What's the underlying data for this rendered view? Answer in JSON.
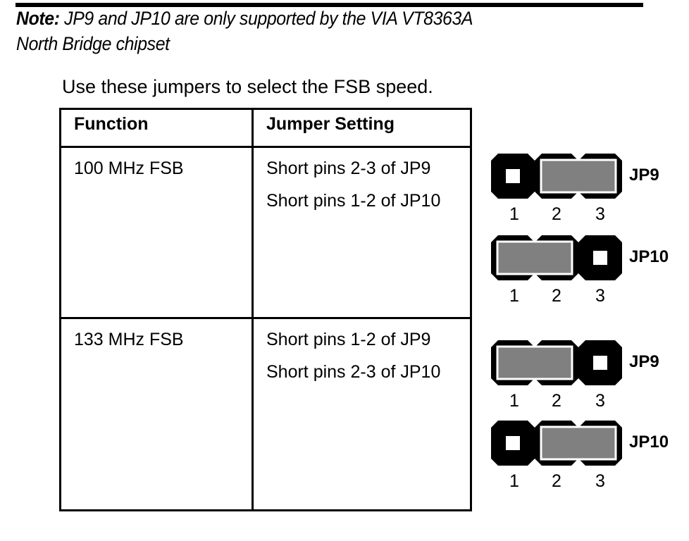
{
  "note": {
    "prefix": "Note:",
    "line1": " JP9 and JP10 are only supported by the VIA VT8363A",
    "line2": "North Bridge chipset"
  },
  "intro": "Use these jumpers to select the FSB speed.",
  "table": {
    "headers": [
      "Function",
      "Jumper Setting"
    ],
    "rows": [
      {
        "function": "100 MHz FSB",
        "settings": [
          "Short pins 2-3 of JP9",
          "Short pins 1-2 of JP10"
        ],
        "jumpers": [
          {
            "name": "JP9",
            "shorted": [
              2,
              3
            ],
            "pins": [
              "1",
              "2",
              "3"
            ]
          },
          {
            "name": "JP10",
            "shorted": [
              1,
              2
            ],
            "pins": [
              "1",
              "2",
              "3"
            ]
          }
        ]
      },
      {
        "function": "133 MHz FSB",
        "settings": [
          "Short pins 1-2 of JP9",
          "Short pins 2-3 of JP10"
        ],
        "jumpers": [
          {
            "name": "JP9",
            "shorted": [
              1,
              2
            ],
            "pins": [
              "1",
              "2",
              "3"
            ]
          },
          {
            "name": "JP10",
            "shorted": [
              2,
              3
            ],
            "pins": [
              "1",
              "2",
              "3"
            ]
          }
        ]
      }
    ]
  },
  "colors": {
    "cap": "#808080",
    "body": "#000000",
    "pin": "#ffffff"
  }
}
